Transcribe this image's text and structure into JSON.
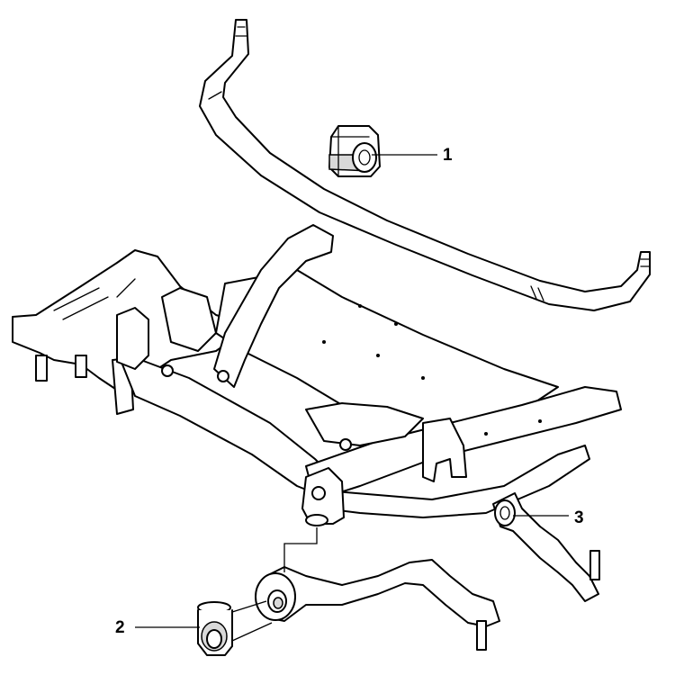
{
  "diagram": {
    "callouts": [
      {
        "id": "1",
        "label": "1",
        "part": "stabilizer-bar-bushing"
      },
      {
        "id": "2",
        "label": "2",
        "part": "control-arm-bushing"
      },
      {
        "id": "3",
        "label": "3",
        "part": "tension-strut"
      }
    ],
    "colors": {
      "line": "#000000",
      "background": "#ffffff",
      "shade": "#d9d9d9"
    }
  }
}
